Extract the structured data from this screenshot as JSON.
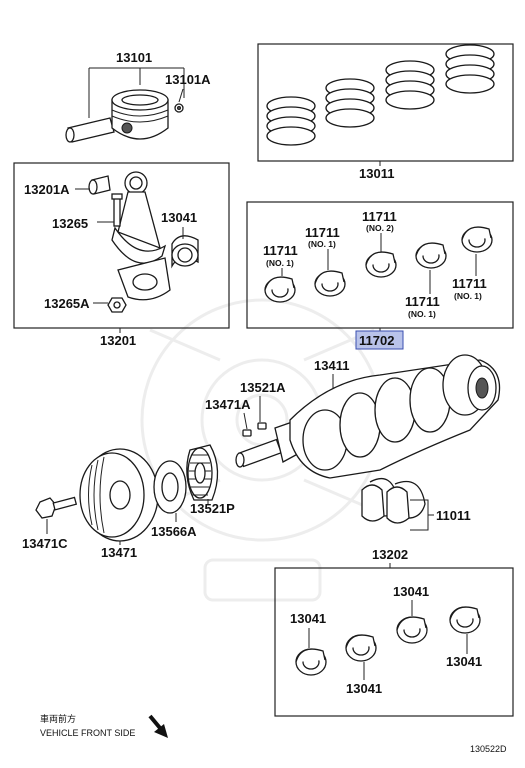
{
  "labels": {
    "piston": "13101",
    "piston_pin_clip": "13101A",
    "ring_set": "13011",
    "conrod_bushing": "13201A",
    "conrod_bolt": "13265",
    "conrod_bearing": "13041",
    "conrod_nut": "13265A",
    "conrod_assy": "13201",
    "main_bearing_1": "11711",
    "main_bearing_1_sub": "(NO. 1)",
    "main_bearing_2": "11711",
    "main_bearing_2_sub": "(NO. 1)",
    "main_bearing_3": "11711",
    "main_bearing_3_sub": "(NO. 2)",
    "main_bearing_4": "11711",
    "main_bearing_4_sub": "(NO. 1)",
    "main_bearing_5": "11711",
    "main_bearing_5_sub": "(NO. 1)",
    "main_bearing_set": "11702",
    "crankshaft": "13411",
    "key_1": "13521A",
    "key_2": "13471A",
    "timing_gear": "13521P",
    "oil_slinger": "13566A",
    "pulley": "13471",
    "pulley_bolt": "13471C",
    "thrust_washer": "11011",
    "bearing_set": "13202",
    "bearing_a": "13041",
    "bearing_b": "13041",
    "bearing_c": "13041",
    "bearing_d": "13041"
  },
  "direction": {
    "jp": "車両前方",
    "en": "VEHICLE FRONT SIDE"
  },
  "figure_code": "130522D",
  "highlight_color": "#b9c3ea"
}
